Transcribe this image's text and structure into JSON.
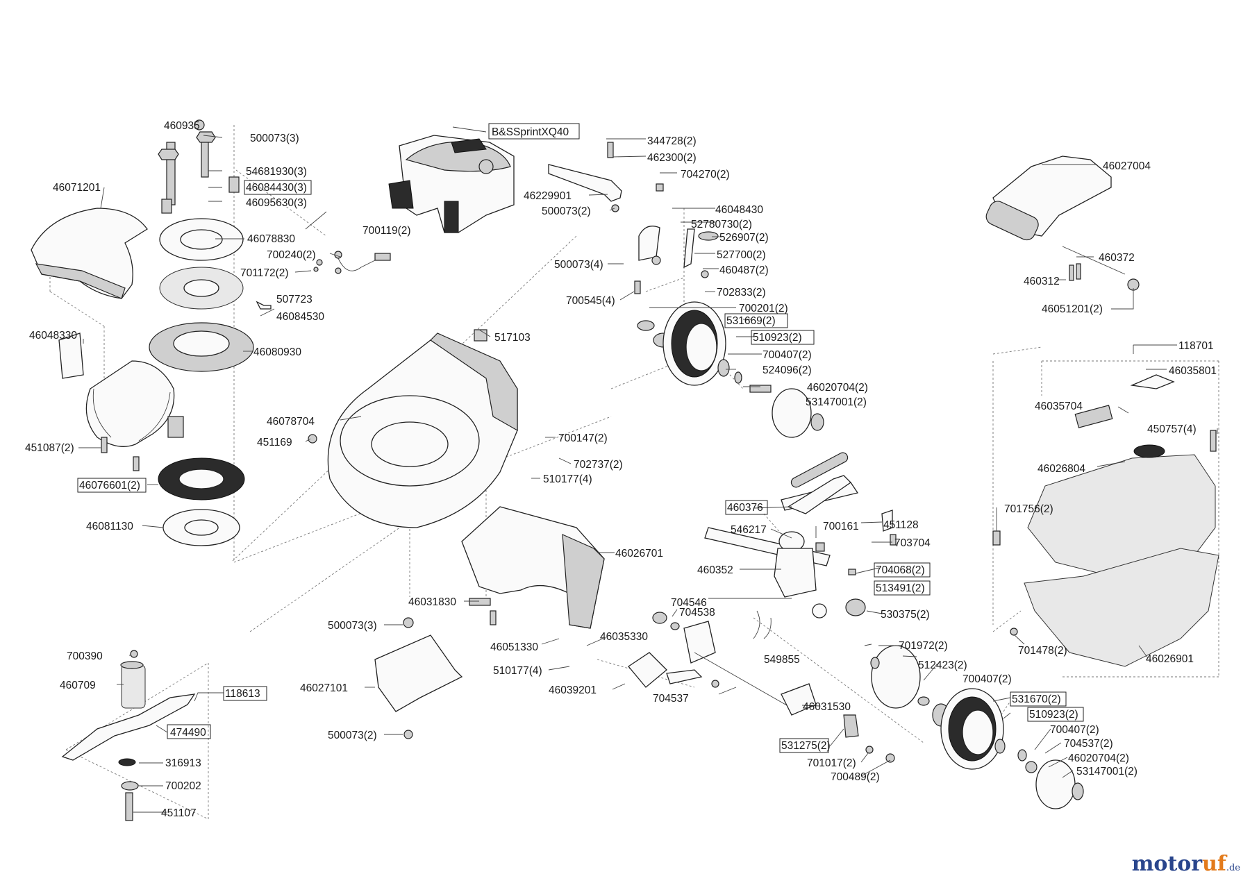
{
  "labels": [
    {
      "id": "b-s-sprint-xq40",
      "text": "B&SSprintXQ40",
      "boxed": true
    },
    {
      "id": "p460935",
      "text": "460935"
    },
    {
      "id": "p500073-3a",
      "text": "500073(3)"
    },
    {
      "id": "p54681930-3",
      "text": "54681930(3)"
    },
    {
      "id": "p46084430-3",
      "text": "46084430(3)",
      "boxed": true
    },
    {
      "id": "p46095630-3",
      "text": "46095630(3)"
    },
    {
      "id": "p46071201",
      "text": "46071201"
    },
    {
      "id": "p46078830",
      "text": "46078830"
    },
    {
      "id": "p700119-2",
      "text": "700119(2)"
    },
    {
      "id": "p700240-2",
      "text": "700240(2)"
    },
    {
      "id": "p701172-2",
      "text": "701172(2)"
    },
    {
      "id": "p507723",
      "text": "507723"
    },
    {
      "id": "p46084530",
      "text": "46084530"
    },
    {
      "id": "p46048330",
      "text": "46048330"
    },
    {
      "id": "p46080930",
      "text": "46080930"
    },
    {
      "id": "p451087-2",
      "text": "451087(2)"
    },
    {
      "id": "p46076601-2",
      "text": "46076601(2)",
      "boxed": true
    },
    {
      "id": "p46081130",
      "text": "46081130"
    },
    {
      "id": "p344728-2",
      "text": "344728(2)"
    },
    {
      "id": "p462300-2",
      "text": "462300(2)"
    },
    {
      "id": "p704270-2",
      "text": "704270(2)"
    },
    {
      "id": "p46229901",
      "text": "46229901"
    },
    {
      "id": "p500073-2a",
      "text": "500073(2)"
    },
    {
      "id": "p46048430",
      "text": "46048430"
    },
    {
      "id": "p52780730-2",
      "text": "52780730(2)"
    },
    {
      "id": "p526907-2",
      "text": "526907(2)"
    },
    {
      "id": "p500073-4",
      "text": "500073(4)"
    },
    {
      "id": "p527700-2",
      "text": "527700(2)"
    },
    {
      "id": "p460487-2",
      "text": "460487(2)"
    },
    {
      "id": "p702833-2",
      "text": "702833(2)"
    },
    {
      "id": "p700545-4",
      "text": "700545(4)"
    },
    {
      "id": "p700201-2",
      "text": "700201(2)"
    },
    {
      "id": "p531669-2",
      "text": "531669(2)",
      "boxed": true
    },
    {
      "id": "p510923-2a",
      "text": "510923(2)",
      "boxed": true
    },
    {
      "id": "p700407-2a",
      "text": "700407(2)"
    },
    {
      "id": "p524096-2",
      "text": "524096(2)"
    },
    {
      "id": "p46020704-2a",
      "text": "46020704(2)"
    },
    {
      "id": "p53147001-2a",
      "text": "53147001(2)"
    },
    {
      "id": "p46027004",
      "text": "46027004"
    },
    {
      "id": "p460372",
      "text": "460372"
    },
    {
      "id": "p460312",
      "text": "460312"
    },
    {
      "id": "p46051201-2",
      "text": "46051201(2)"
    },
    {
      "id": "p118701",
      "text": "118701"
    },
    {
      "id": "p46035801",
      "text": "46035801"
    },
    {
      "id": "p46035704",
      "text": "46035704"
    },
    {
      "id": "p450757-4",
      "text": "450757(4)"
    },
    {
      "id": "p46026804",
      "text": "46026804"
    },
    {
      "id": "p701756-2",
      "text": "701756(2)"
    },
    {
      "id": "p701478-2",
      "text": "701478(2)"
    },
    {
      "id": "p46026901",
      "text": "46026901"
    },
    {
      "id": "p517103",
      "text": "517103"
    },
    {
      "id": "p46078704",
      "text": "46078704"
    },
    {
      "id": "p451169",
      "text": "451169"
    },
    {
      "id": "p700147-2",
      "text": "700147(2)"
    },
    {
      "id": "p702737-2",
      "text": "702737(2)"
    },
    {
      "id": "p510177-4a",
      "text": "510177(4)"
    },
    {
      "id": "p46026701",
      "text": "46026701"
    },
    {
      "id": "p46031830",
      "text": "46031830"
    },
    {
      "id": "p500073-3b",
      "text": "500073(3)"
    },
    {
      "id": "p46051330",
      "text": "46051330"
    },
    {
      "id": "p46035330",
      "text": "46035330"
    },
    {
      "id": "p510177-4b",
      "text": "510177(4)"
    },
    {
      "id": "p46039201",
      "text": "46039201"
    },
    {
      "id": "p46027101",
      "text": "46027101"
    },
    {
      "id": "p500073-2b",
      "text": "500073(2)"
    },
    {
      "id": "p700390",
      "text": "700390"
    },
    {
      "id": "p460709",
      "text": "460709"
    },
    {
      "id": "p118613",
      "text": "118613",
      "boxed": true
    },
    {
      "id": "p474490",
      "text": "474490",
      "boxed": true
    },
    {
      "id": "p316913",
      "text": "316913"
    },
    {
      "id": "p700202",
      "text": "700202"
    },
    {
      "id": "p451107",
      "text": "451107"
    },
    {
      "id": "p460376",
      "text": "460376",
      "boxed": true
    },
    {
      "id": "p546217",
      "text": "546217"
    },
    {
      "id": "p700161",
      "text": "700161"
    },
    {
      "id": "p451128",
      "text": "451128"
    },
    {
      "id": "p703704",
      "text": "703704"
    },
    {
      "id": "p460352",
      "text": "460352"
    },
    {
      "id": "p704068-2",
      "text": "704068(2)",
      "boxed": true
    },
    {
      "id": "p513491-2",
      "text": "513491(2)",
      "boxed": true
    },
    {
      "id": "p704546",
      "text": "704546"
    },
    {
      "id": "p704538",
      "text": "704538"
    },
    {
      "id": "p530375-2",
      "text": "530375(2)"
    },
    {
      "id": "p549855",
      "text": "549855"
    },
    {
      "id": "p701972-2",
      "text": "701972(2)"
    },
    {
      "id": "p512423-2",
      "text": "512423(2)"
    },
    {
      "id": "p700407-2b",
      "text": "700407(2)"
    },
    {
      "id": "p704537",
      "text": "704537"
    },
    {
      "id": "p46031530",
      "text": "46031530"
    },
    {
      "id": "p531670-2",
      "text": "531670(2)",
      "boxed": true
    },
    {
      "id": "p510923-2b",
      "text": "510923(2)",
      "boxed": true
    },
    {
      "id": "p700407-2c",
      "text": "700407(2)"
    },
    {
      "id": "p704537-2",
      "text": "704537(2)"
    },
    {
      "id": "p46020704-2b",
      "text": "46020704(2)"
    },
    {
      "id": "p53147001-2b",
      "text": "53147001(2)"
    },
    {
      "id": "p531275-2",
      "text": "531275(2)",
      "boxed": true
    },
    {
      "id": "p701017-2",
      "text": "701017(2)"
    },
    {
      "id": "p700489-2",
      "text": "700489(2)"
    }
  ],
  "watermark": {
    "part1": "motor",
    "part2": "uf",
    "suffix": ".de",
    "color1": "#29458c",
    "color2": "#e37b1c"
  }
}
